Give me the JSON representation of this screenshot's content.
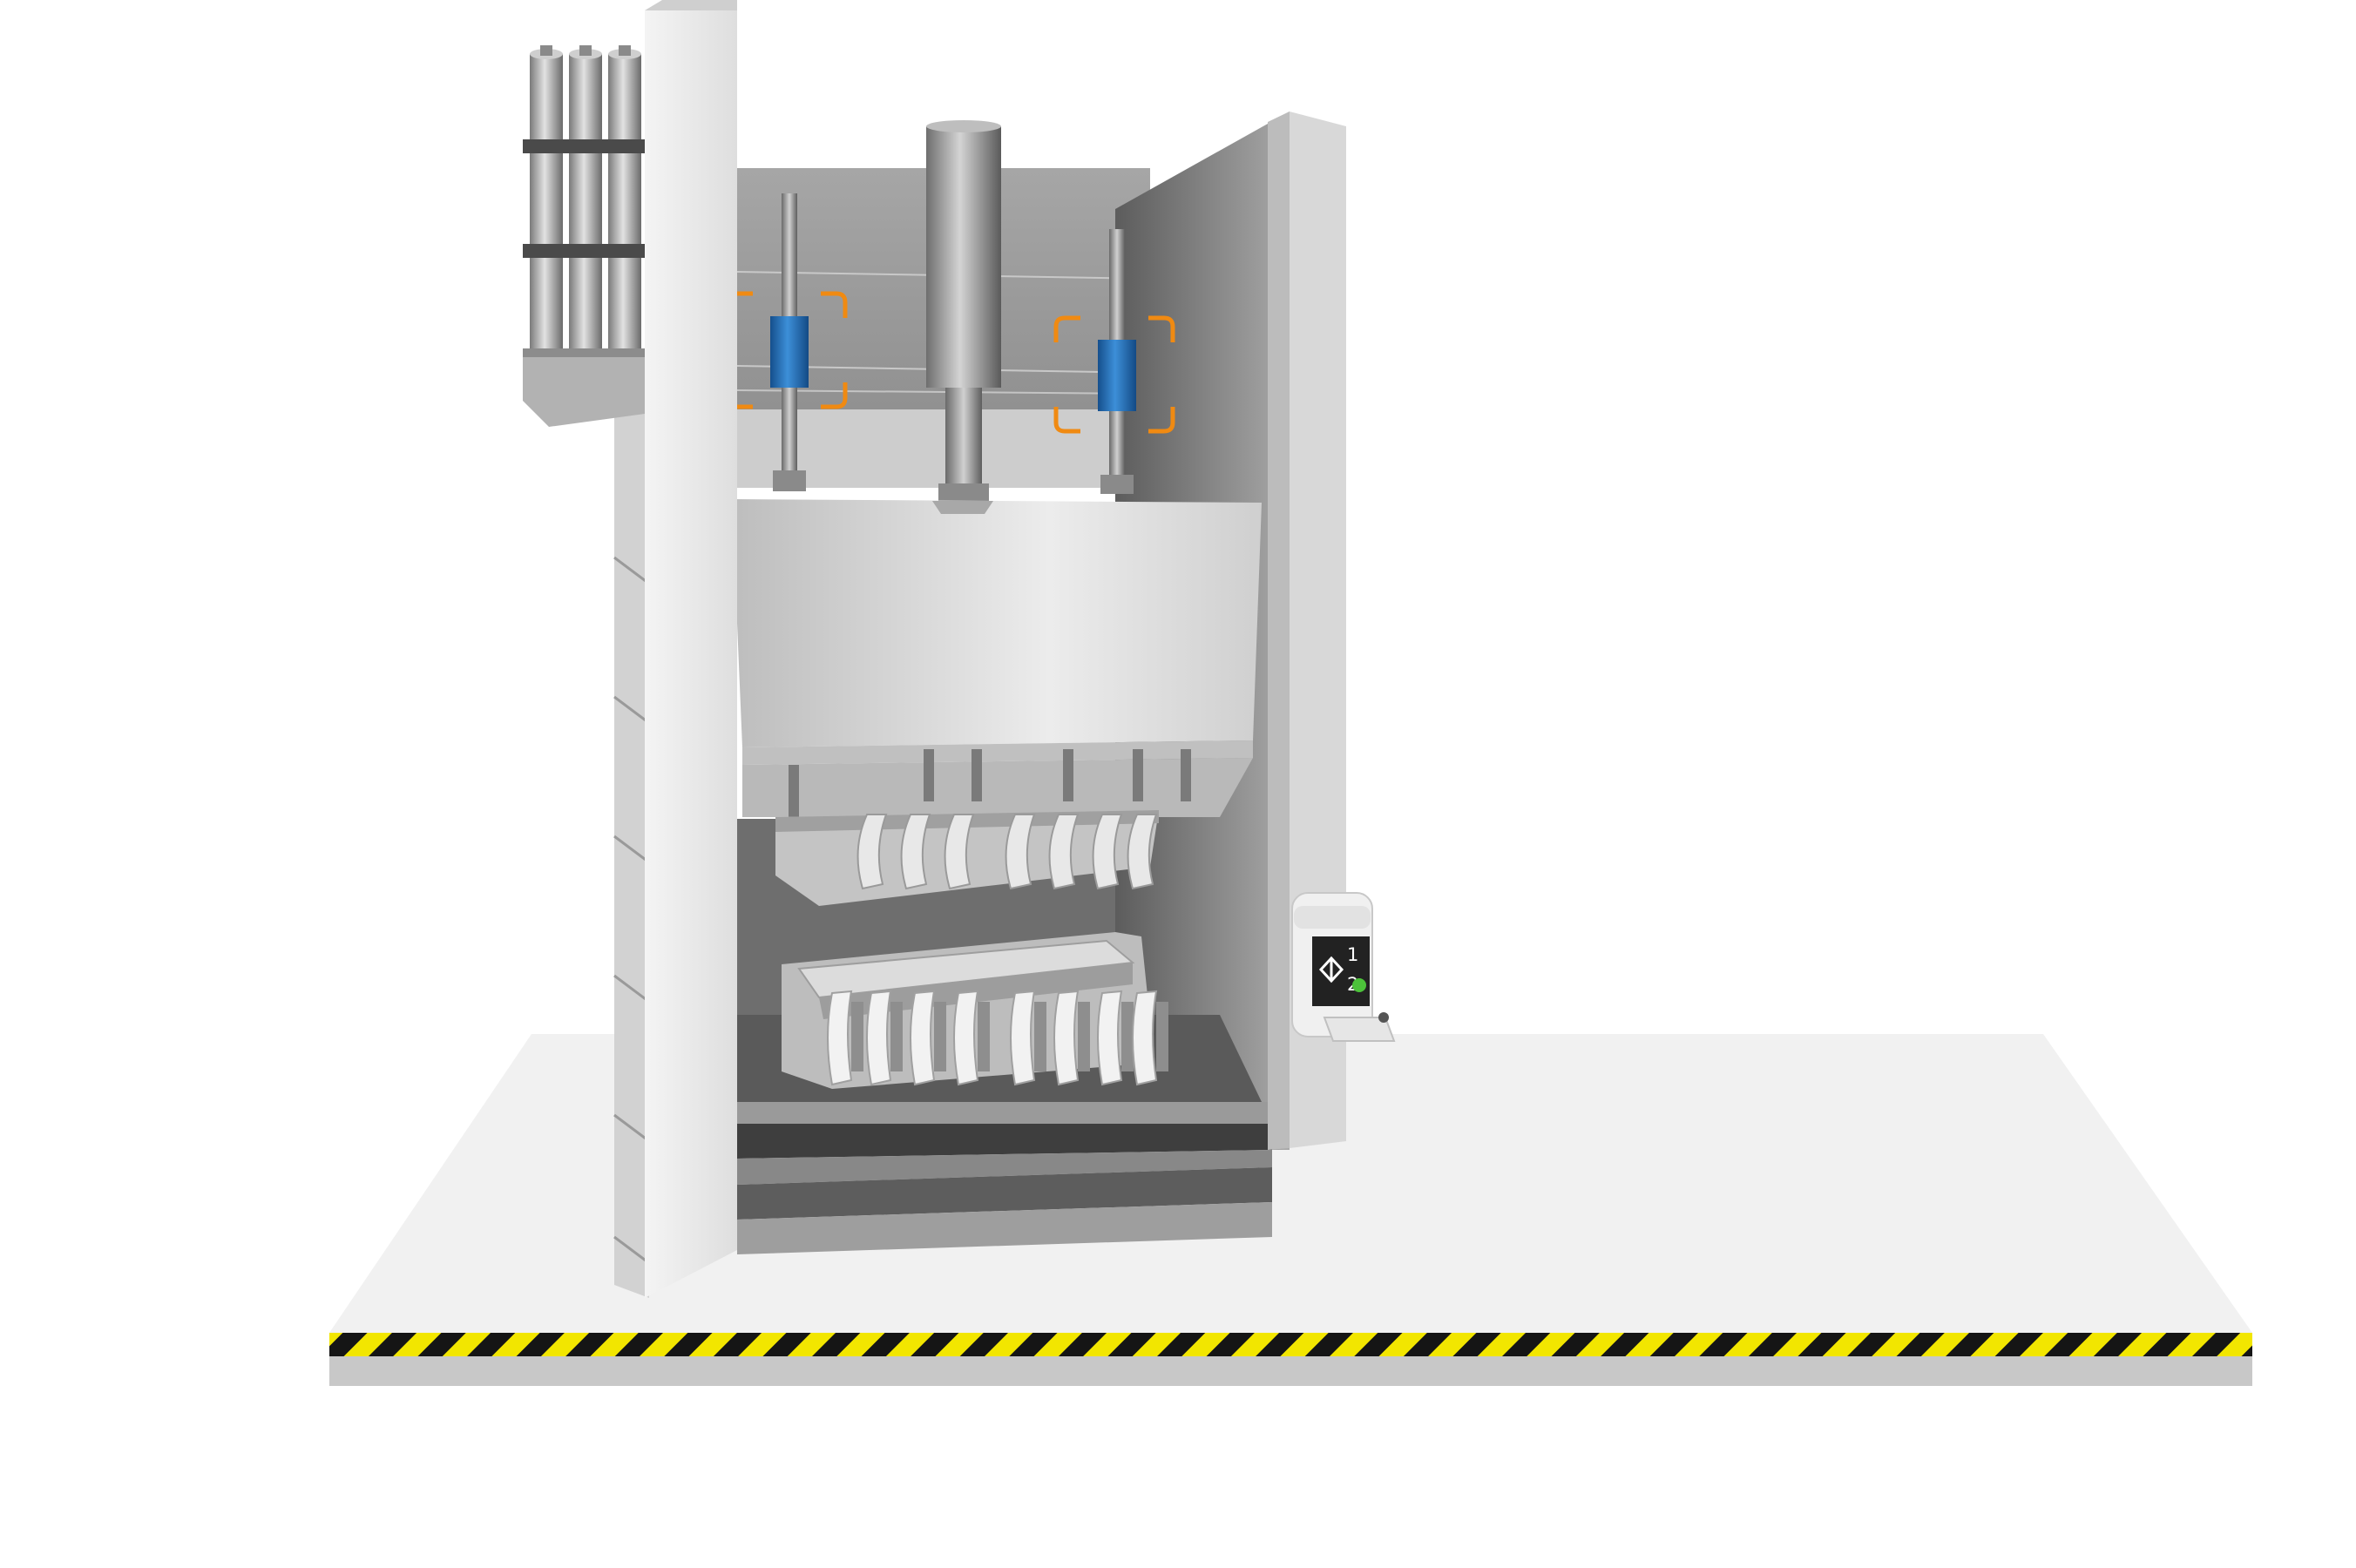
{
  "scene": {
    "subject": "hydraulic-press-machine",
    "colors": {
      "background": "#ffffff",
      "floor": "#f1f1f1",
      "floor_edge": "#c8c8c8",
      "hazard_yellow": "#f2e600",
      "hazard_black": "#151515",
      "frame": "#e6e6e6",
      "cylinder_blue": "#1f6fb8",
      "highlight_orange": "#f08a12",
      "indicator_green": "#4cc23a"
    }
  },
  "guide_rods": [
    {
      "side": "left",
      "has_blue_sleeve": true,
      "highlighted": true
    },
    {
      "side": "right",
      "has_blue_sleeve": true,
      "highlighted": true
    }
  ],
  "control_panel": {
    "icon": "proximity-sensor-icon",
    "label_top": "1",
    "label_bottom": "2",
    "status_light": "green"
  }
}
